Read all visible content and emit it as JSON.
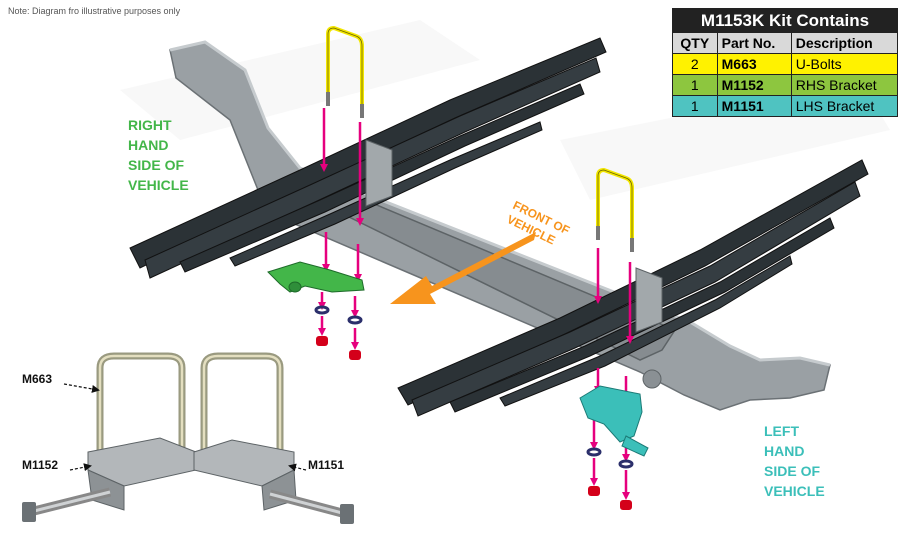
{
  "note": "Note: Diagram fro illustrative purposes only",
  "kit_table": {
    "title": "M1153K Kit Contains",
    "headers": [
      "QTY",
      "Part No.",
      "Description"
    ],
    "rows": [
      {
        "qty": "2",
        "part": "M663",
        "desc": "U-Bolts",
        "color": "#fff200"
      },
      {
        "qty": "1",
        "part": "M1152",
        "desc": "RHS Bracket",
        "color": "#8dc63f"
      },
      {
        "qty": "1",
        "part": "M1151",
        "desc": "LHS Bracket",
        "color": "#4fc3c1"
      }
    ]
  },
  "right_side_label": [
    "RIGHT",
    "HAND",
    "SIDE OF",
    "VEHICLE"
  ],
  "left_side_label": [
    "LEFT",
    "HAND",
    "SIDE OF",
    "VEHICLE"
  ],
  "front_label": [
    "FRONT OF",
    "VEHICLE"
  ],
  "callouts": {
    "uBolt": "M663",
    "rhsBracket": "M1152",
    "lhsBracket": "M1151"
  },
  "colors": {
    "rhs_green": "#43b649",
    "lhs_teal": "#3bbfb9",
    "arrow_orange": "#f7941d",
    "arrow_magenta": "#e6007e",
    "spring_dark": "#2b3236",
    "chassis_grey": "#9aa0a4",
    "ubolt_yellow": "#f2e600"
  },
  "icons": [
    "u-bolt-icon",
    "leaf-spring-icon",
    "bracket-icon",
    "nut-icon",
    "washer-icon"
  ]
}
